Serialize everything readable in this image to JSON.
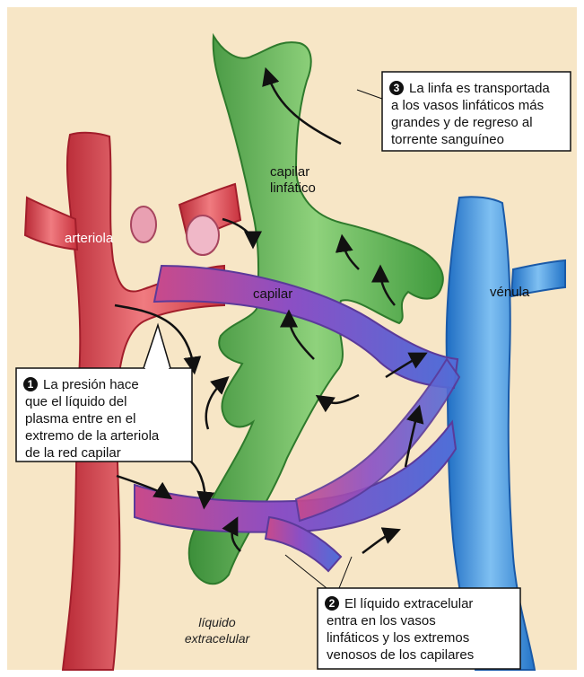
{
  "labels": {
    "arteriole": "arteriola",
    "capillary": "capilar",
    "lymph_capillary_line1": "capilar",
    "lymph_capillary_line2": "linfático",
    "venule": "vénula",
    "extracellular_line1": "líquido",
    "extracellular_line2": "extracelular"
  },
  "callouts": [
    {
      "number": "1",
      "lines": [
        "La presión hace",
        "que el líquido del",
        "plasma entre en el",
        "extremo de la arteriola",
        "de la red capilar"
      ]
    },
    {
      "number": "2",
      "lines": [
        "El líquido extracelular",
        "entra en los vasos",
        "linfáticos y los extremos",
        "venosos de los capilares"
      ]
    },
    {
      "number": "3",
      "lines": [
        "La linfa es transportada",
        "a los vasos linfáticos más",
        "grandes y de regreso al",
        "torrente sanguíneo"
      ]
    }
  ],
  "colors": {
    "background": "#f7e6c6",
    "arteriole": "#d9414a",
    "venule": "#2f86d6",
    "capillary": "#8b4fc4",
    "lymphatic": "#4fa84a"
  }
}
